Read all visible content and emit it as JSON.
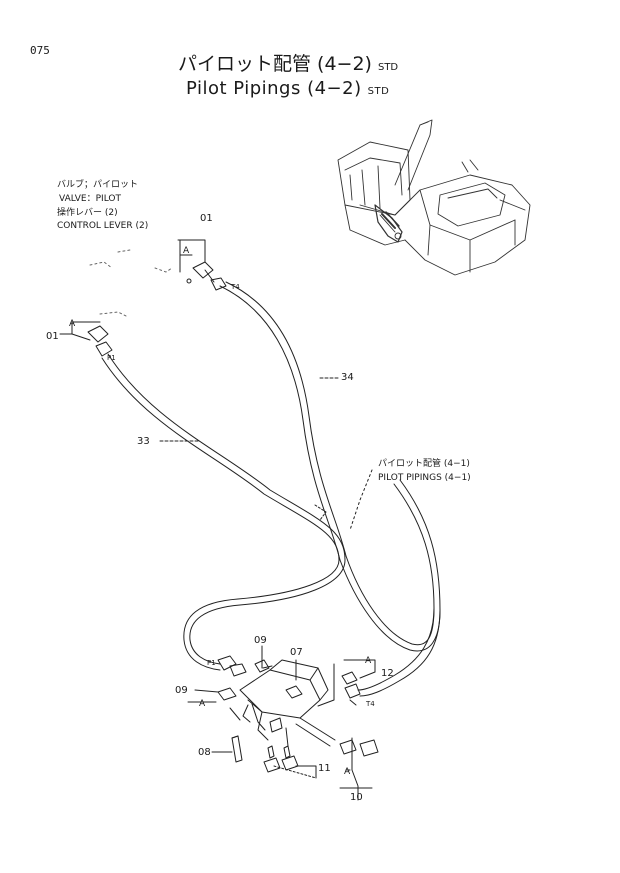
{
  "header": {
    "page_number": "075",
    "title_jp": "パイロット配管 (4−2)",
    "title_en": "Pilot Pipings (4−2)",
    "std_tag": "STD"
  },
  "labels": {
    "valve_jp": "バルブ；パイロット",
    "valve_en": "VALVE：PILOT",
    "lever_jp": "操作レバー (2)",
    "lever_en": "CONTROL LEVER (2)",
    "pilot_jp": "パイロット配管 (4−1)",
    "pilot_en": "PILOT PIPINGS (4−1)"
  },
  "parts": {
    "p01a": "01",
    "p01b": "01",
    "p34": "34",
    "p33": "33",
    "p09a": "09",
    "p09b": "09",
    "p07": "07",
    "p12": "12",
    "p08": "08",
    "p11": "11",
    "p10": "10"
  },
  "port_marks": {
    "a": "A",
    "t4": "T4",
    "p1": "P1"
  }
}
